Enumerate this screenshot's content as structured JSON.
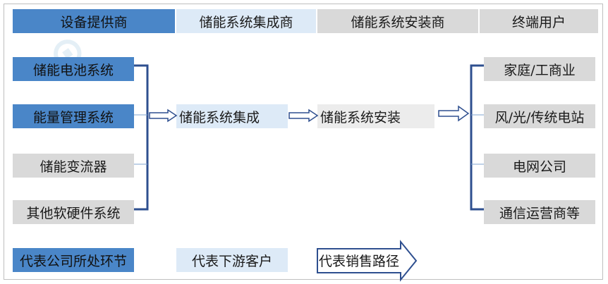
{
  "header": {
    "col1": "设备提供商",
    "col2": "储能系统集成商",
    "col3": "储能系统安装商",
    "col4": "终端用户"
  },
  "suppliers": [
    "储能电池系统",
    "能量管理系统",
    "储能变流器",
    "其他软硬件系统"
  ],
  "integration": "储能系统集成",
  "installation": "储能系统安装",
  "end_users": [
    "家庭/工商业",
    "风/光/传统电站",
    "电网公司",
    "通信运营商等"
  ],
  "legend": {
    "company": "代表公司所处环节",
    "downstream": "代表下游客户",
    "path": "代表销售路径"
  },
  "colors": {
    "dark_blue": "#4a86c8",
    "light_blue": "#ddeaf7",
    "grey": "#d9d9d9",
    "line": "#2e4f8f"
  }
}
